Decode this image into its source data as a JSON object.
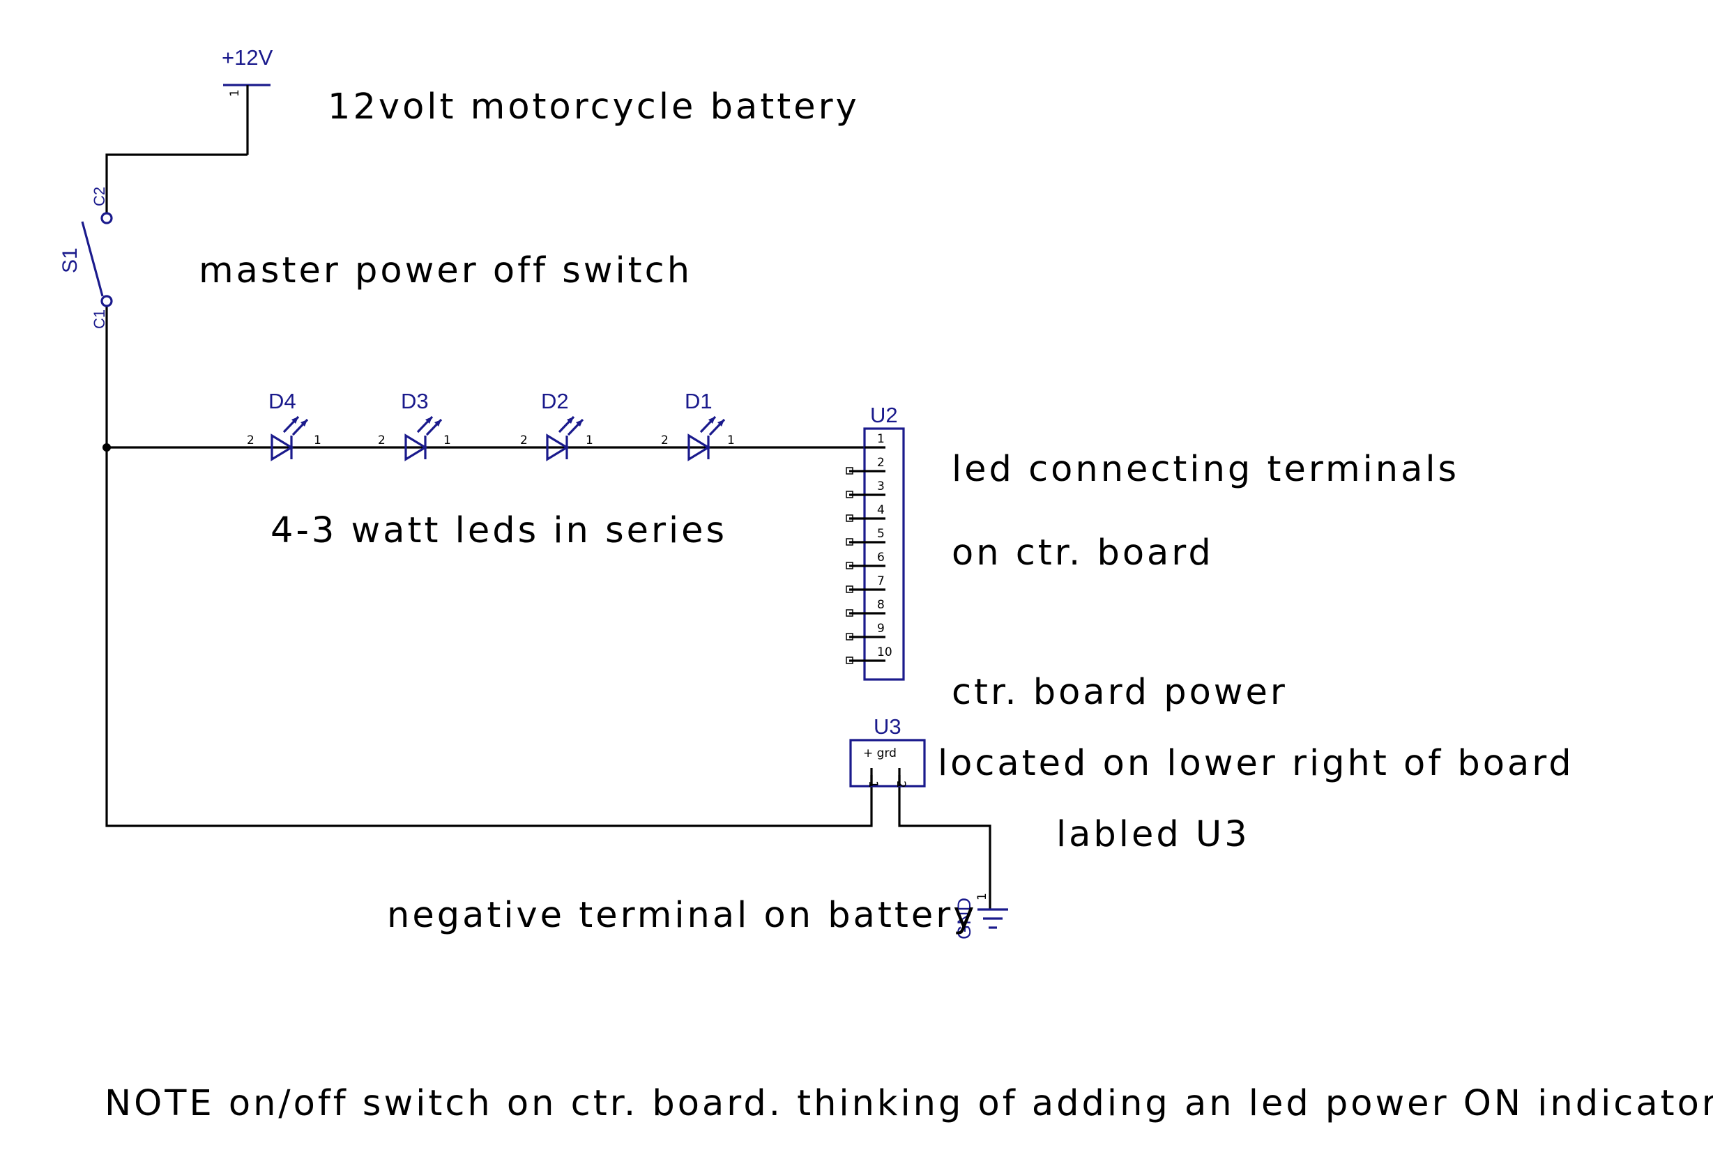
{
  "supply_label": "+12V",
  "battery_note": "12volt motorcycle battery",
  "switch": {
    "ref": "S1",
    "pin_top": "C2",
    "pin_bottom": "C1",
    "note": "master power off switch"
  },
  "leds": [
    {
      "ref": "D4",
      "pin_a": "2",
      "pin_k": "1"
    },
    {
      "ref": "D3",
      "pin_a": "2",
      "pin_k": "1"
    },
    {
      "ref": "D2",
      "pin_a": "2",
      "pin_k": "1"
    },
    {
      "ref": "D1",
      "pin_a": "2",
      "pin_k": "1"
    }
  ],
  "leds_note": "4-3 watt leds in series",
  "u2": {
    "ref": "U2",
    "pins": [
      "1",
      "2",
      "3",
      "4",
      "5",
      "6",
      "7",
      "8",
      "9",
      "10"
    ],
    "note1": "led connecting terminals",
    "note2": "on ctr. board"
  },
  "u3": {
    "ref": "U3",
    "body_label": "+ grd",
    "pin1": "1",
    "pin2": "2",
    "note1": "ctr. board power",
    "note2": "located on lower right of board",
    "note3": "labled U3"
  },
  "gnd": {
    "label": "GND",
    "pin": "1"
  },
  "gnd_note": "negative terminal on battery",
  "footer_note": "NOTE on/off switch on ctr. board. thinking of adding an led power ON indicator??",
  "colors": {
    "component": "#1a1a8c",
    "wire": "#000000",
    "background": "#ffffff"
  }
}
